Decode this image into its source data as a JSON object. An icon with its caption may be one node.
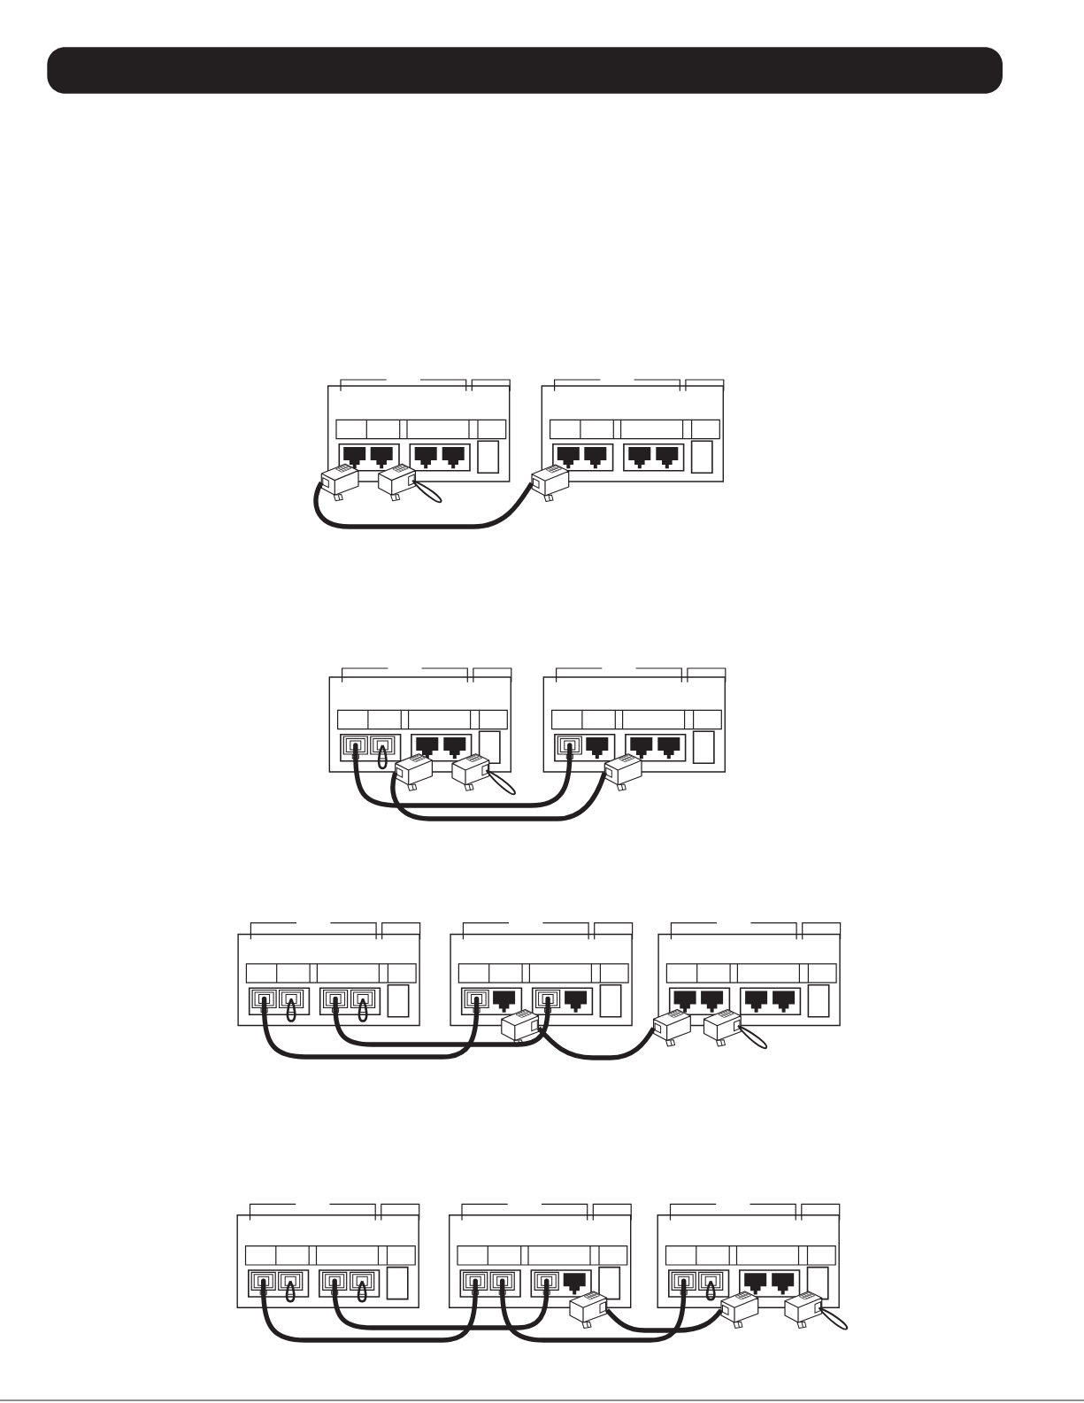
{
  "diagram": {
    "nodes": [
      {
        "text": [],
        "shape": "box"
      },
      {
        "text": [],
        "shape": "plug"
      },
      {
        "text": [],
        "shape": "plug"
      },
      {
        "text": [],
        "shape": "box"
      },
      {
        "text": [],
        "shape": "plug"
      },
      {
        "text": [],
        "shape": "box"
      },
      {
        "text": [],
        "shape": "port",
        "in": 5
      },
      {
        "text": [],
        "shape": "port",
        "in": 5
      },
      {
        "text": [],
        "shape": "plug"
      },
      {
        "text": [],
        "shape": "plug"
      },
      {
        "text": [],
        "shape": "box"
      },
      {
        "text": [],
        "shape": "port",
        "in": 10
      },
      {
        "text": [],
        "shape": "plug"
      },
      {
        "text": [],
        "shape": "box"
      },
      {
        "text": [],
        "shape": "port",
        "in": 13
      },
      {
        "text": [],
        "shape": "port",
        "in": 13
      },
      {
        "text": [],
        "shape": "port",
        "in": 13
      },
      {
        "text": [],
        "shape": "port",
        "in": 13
      },
      {
        "text": [],
        "shape": "box"
      },
      {
        "text": [],
        "shape": "port",
        "in": 18
      },
      {
        "text": [],
        "shape": "port",
        "in": 18
      },
      {
        "text": [],
        "shape": "plug"
      },
      {
        "text": [],
        "shape": "box"
      },
      {
        "text": [],
        "shape": "plug"
      },
      {
        "text": [],
        "shape": "plug"
      },
      {
        "text": [],
        "shape": "box"
      },
      {
        "text": [],
        "shape": "port",
        "in": 25
      },
      {
        "text": [],
        "shape": "port",
        "in": 25
      },
      {
        "text": [],
        "shape": "port",
        "in": 25
      },
      {
        "text": [],
        "shape": "port",
        "in": 25
      },
      {
        "text": [],
        "shape": "box"
      },
      {
        "text": [],
        "shape": "port",
        "in": 30
      },
      {
        "text": [],
        "shape": "port",
        "in": 30
      },
      {
        "text": [],
        "shape": "port",
        "in": 30
      },
      {
        "text": [],
        "shape": "plug"
      },
      {
        "text": [],
        "shape": "box"
      },
      {
        "text": [],
        "shape": "port",
        "in": 35
      },
      {
        "text": [],
        "shape": "port",
        "in": 35
      },
      {
        "text": [],
        "shape": "plug"
      },
      {
        "text": [],
        "shape": "plug"
      }
    ],
    "edges": [
      {
        "from": 1,
        "to": 4,
        "arrow": "none"
      },
      {
        "from": 6,
        "to": 11,
        "arrow": "none"
      },
      {
        "from": 8,
        "to": 12,
        "arrow": "none"
      },
      {
        "from": 14,
        "to": 19,
        "arrow": "none"
      },
      {
        "from": 16,
        "to": 20,
        "arrow": "none"
      },
      {
        "from": 21,
        "to": 23,
        "arrow": "none"
      },
      {
        "from": 26,
        "to": 31,
        "arrow": "none"
      },
      {
        "from": 28,
        "to": 33,
        "arrow": "none"
      },
      {
        "from": 32,
        "to": 36,
        "arrow": "none"
      },
      {
        "from": 34,
        "to": 38,
        "arrow": "none"
      }
    ]
  }
}
